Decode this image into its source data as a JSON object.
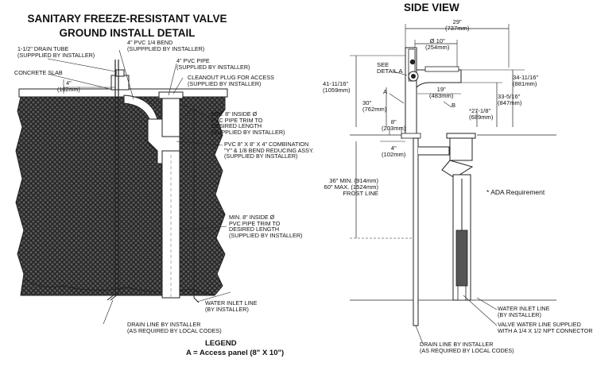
{
  "left": {
    "title_line1": "SANITARY FREEZE-RESISTANT VALVE",
    "title_line2": "GROUND INSTALL DETAIL",
    "labels": {
      "drain_tube_1": "1-1/2\" DRAIN TUBE",
      "drain_tube_2": "(SUPPPLIED BY INSTALLER)",
      "pvc_bend_1": "4\" PVC 1/4 BEND",
      "pvc_bend_2": "(SUPPPLIED BY INSTALLER)",
      "pvc_pipe_1": "4\" PVC PIPE",
      "pvc_pipe_2": "(SUPPLIED BY INSTALLER)",
      "concrete_slab": "CONCRETE SLAB",
      "cleanout_1": "CLEANOUT PLUG FOR ACCESS",
      "cleanout_2": "(SUPPLIED BY INSTALLER)",
      "dim_4": "4\"",
      "dim_102": "(102mm)",
      "min8_a1": "MIN. 8\" INSIDE Ø",
      "min8_a2": "PVC PIPE TRIM TO",
      "min8_a3": "DESIRED LENGTH",
      "min8_a4": "(SUPPLIED BY INSTALLER)",
      "combo_1": "PVC 8\" X 8\" X 4\" COMBINATION",
      "combo_2": "\"Y\" & 1/8 BEND REDUCING ASSY.",
      "combo_3": "(SUPPLIED BY INSTALLER)",
      "min8_b1": "MIN. 8\" INSIDE Ø",
      "min8_b2": "PVC PIPE TRIM TO",
      "min8_b3": "DESIRED LENGTH",
      "min8_b4": "(SUPPLIED BY INSTALLER)",
      "water_inlet_1": "WATER INLET LINE",
      "water_inlet_2": "(BY INSTALLER)",
      "drain_line_1": "DRAIN LINE BY INSTALLER",
      "drain_line_2": "(AS REQUIRED BY LOCAL CODES)"
    },
    "legend_title": "LEGEND",
    "legend_body": "A = Access panel (8\" X 10\")"
  },
  "right": {
    "title": "SIDE VIEW",
    "labels": {
      "d29": "29\"",
      "d737": "(737mm)",
      "d10": "Ø 10\"",
      "d254": "(254mm)",
      "see1": "SEE",
      "see2": "DETAIL A",
      "d41": "41-11/16\"",
      "d1059": "(1059mm)",
      "d34": "34-11/16\"",
      "d881": "(881mm)",
      "d33": "33-5/16\"",
      "d847": "(847mm)",
      "a_letter": "A",
      "b_letter": "B",
      "d19": "19\"",
      "d483": "(483mm)",
      "d30": "30\"",
      "d762": "(762mm)",
      "d27": "*27-1/8\"",
      "d689": "(689mm)",
      "d8": "8\"",
      "d203": "(203mm)",
      "d4": "4\"",
      "d102": "(102mm)",
      "frost1": "36\" MIN. (914mm)",
      "frost2": "60\" MAX. (1524mm)",
      "frost3": "FROST LINE",
      "ada": "* ADA Requirement",
      "water_inlet_1": "WATER INLET LINE",
      "water_inlet_2": "(BY INSTALLER)",
      "valve_1": "VALVE WATER LINE SUPPLIED",
      "valve_2": "WITH A 1/4 X 1/2 NPT CONNECTOR",
      "drain_1": "DRAIN LINE BY INSTALLER",
      "drain_2": "(AS REQUIRED BY LOCAL CODES)"
    }
  }
}
